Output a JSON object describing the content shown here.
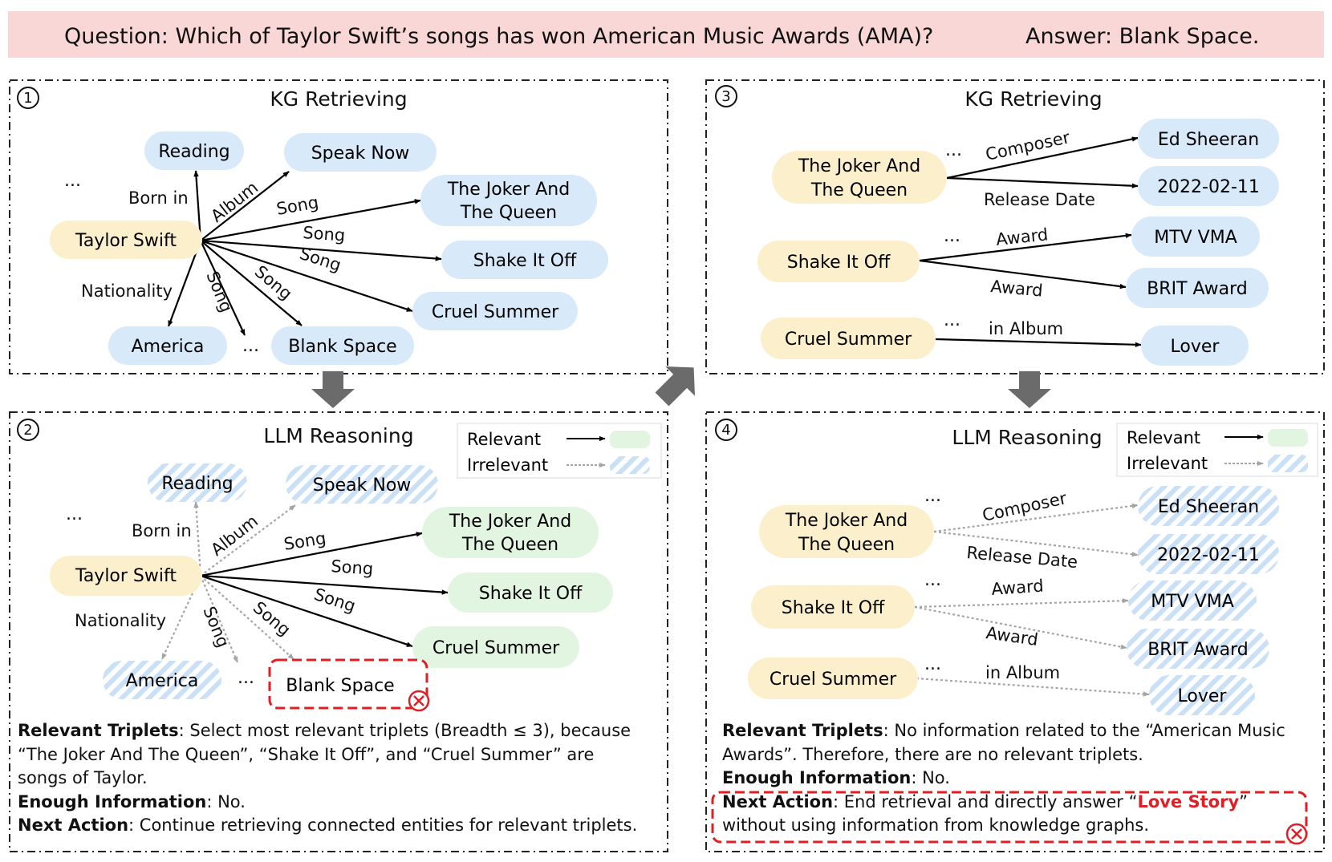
{
  "header": {
    "question": "Question: Which of Taylor Swift’s songs has won American Music Awards (AMA)?",
    "answer": "Answer: Blank Space."
  },
  "panels": {
    "p1": {
      "num": "1",
      "title": "KG Retrieving"
    },
    "p2": {
      "num": "2",
      "title": "LLM Reasoning"
    },
    "p3": {
      "num": "3",
      "title": "KG Retrieving"
    },
    "p4": {
      "num": "4",
      "title": "LLM Reasoning"
    }
  },
  "legend": {
    "relevant": "Relevant",
    "irrelevant": "Irrelevant"
  },
  "nodes": {
    "taylor_swift": "Taylor Swift",
    "reading": "Reading",
    "speak_now": "Speak Now",
    "joker_1": "The Joker And",
    "joker_2": "The Queen",
    "shake_it_off": "Shake It Off",
    "cruel_summer": "Cruel Summer",
    "blank_space": "Blank Space",
    "america": "America",
    "ed_sheeran": "Ed Sheeran",
    "date": "2022-02-11",
    "mtv_vma": "MTV VMA",
    "brit_award": "BRIT Award",
    "lover": "Lover"
  },
  "relations": {
    "born_in": "Born in",
    "album": "Album",
    "song": "Song",
    "nationality": "Nationality",
    "composer": "Composer",
    "release_date": "Release Date",
    "award": "Award",
    "in_album": "in Album"
  },
  "ellipsis": "...",
  "panel2_text": {
    "rel_label": "Relevant Triplets",
    "rel_text_1": ": Select most relevant triplets (Breadth ≤ 3), because",
    "rel_text_2": "“The Joker And The Queen”, “Shake It Off”, and “Cruel Summer” are",
    "rel_text_3": "songs of Taylor.",
    "enough_label": "Enough Information",
    "enough_text": ": No.",
    "next_label": "Next Action",
    "next_text": ": Continue retrieving connected entities for relevant triplets."
  },
  "panel4_text": {
    "rel_label": "Relevant Triplets",
    "rel_text_1": ": No information related to the “American Music",
    "rel_text_2": "Awards”. Therefore, there are no relevant triplets.",
    "enough_label": "Enough Information",
    "enough_text": ": No.",
    "next_label": "Next Action",
    "next_text_1": ": End retrieval and directly answer “",
    "next_highlight": "Love Story",
    "next_text_2": "”",
    "next_text_3": "without using information from knowledge graphs."
  },
  "colors": {
    "header_bg": "#f8d7d6",
    "entity_yellow": "#fcf0cc",
    "entity_blue": "#d8e9fa",
    "relevant_green": "#e2f5e0",
    "hatch_blue": "#c9e0f7",
    "error_red": "#e01e25",
    "arrow_gray": "#6b6b6b"
  }
}
